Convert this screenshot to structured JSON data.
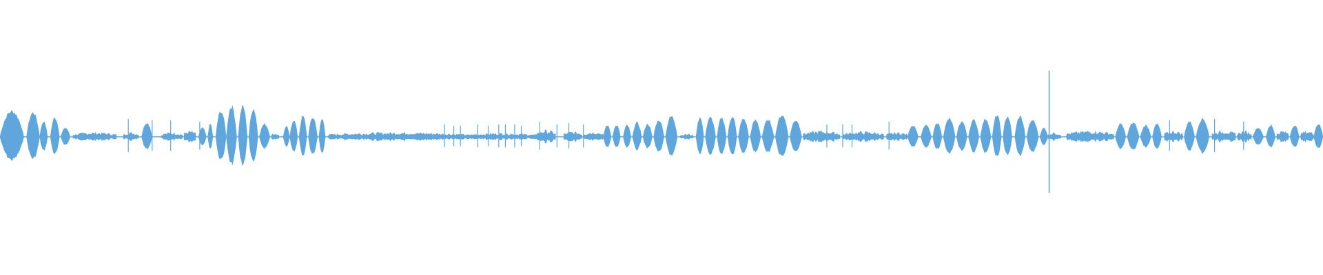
{
  "waveform": {
    "color": "#5ea6dc",
    "background": "#ffffff",
    "segments": [
      {
        "start": 0.0,
        "end": 0.018,
        "amp": 0.2,
        "shape": "blob"
      },
      {
        "start": 0.02,
        "end": 0.03,
        "amp": 0.19,
        "shape": "blob"
      },
      {
        "start": 0.03,
        "end": 0.036,
        "amp": 0.12,
        "shape": "blob"
      },
      {
        "start": 0.038,
        "end": 0.045,
        "amp": 0.15,
        "shape": "blob"
      },
      {
        "start": 0.046,
        "end": 0.053,
        "amp": 0.07,
        "shape": "blob"
      },
      {
        "start": 0.055,
        "end": 0.088,
        "amp": 0.06,
        "shape": "noise"
      },
      {
        "start": 0.093,
        "end": 0.105,
        "amp": 0.06,
        "shape": "noise"
      },
      {
        "start": 0.107,
        "end": 0.115,
        "amp": 0.11,
        "shape": "blob"
      },
      {
        "start": 0.122,
        "end": 0.138,
        "amp": 0.06,
        "shape": "noise"
      },
      {
        "start": 0.139,
        "end": 0.148,
        "amp": 0.08,
        "shape": "noise"
      },
      {
        "start": 0.15,
        "end": 0.156,
        "amp": 0.07,
        "shape": "blob"
      },
      {
        "start": 0.157,
        "end": 0.161,
        "amp": 0.1,
        "shape": "blob"
      },
      {
        "start": 0.163,
        "end": 0.171,
        "amp": 0.2,
        "shape": "blob"
      },
      {
        "start": 0.171,
        "end": 0.179,
        "amp": 0.24,
        "shape": "blob"
      },
      {
        "start": 0.18,
        "end": 0.187,
        "amp": 0.24,
        "shape": "blob"
      },
      {
        "start": 0.188,
        "end": 0.195,
        "amp": 0.22,
        "shape": "blob"
      },
      {
        "start": 0.196,
        "end": 0.204,
        "amp": 0.1,
        "shape": "blob"
      },
      {
        "start": 0.205,
        "end": 0.211,
        "amp": 0.05,
        "shape": "noise"
      },
      {
        "start": 0.214,
        "end": 0.219,
        "amp": 0.08,
        "shape": "blob"
      },
      {
        "start": 0.219,
        "end": 0.225,
        "amp": 0.13,
        "shape": "blob"
      },
      {
        "start": 0.226,
        "end": 0.232,
        "amp": 0.16,
        "shape": "blob"
      },
      {
        "start": 0.233,
        "end": 0.24,
        "amp": 0.15,
        "shape": "blob"
      },
      {
        "start": 0.241,
        "end": 0.246,
        "amp": 0.14,
        "shape": "blob"
      },
      {
        "start": 0.248,
        "end": 0.352,
        "amp": 0.06,
        "shape": "noise"
      },
      {
        "start": 0.352,
        "end": 0.405,
        "amp": 0.05,
        "shape": "noise"
      },
      {
        "start": 0.405,
        "end": 0.42,
        "amp": 0.09,
        "shape": "noise"
      },
      {
        "start": 0.426,
        "end": 0.44,
        "amp": 0.07,
        "shape": "noise"
      },
      {
        "start": 0.441,
        "end": 0.456,
        "amp": 0.07,
        "shape": "noise"
      },
      {
        "start": 0.456,
        "end": 0.462,
        "amp": 0.09,
        "shape": "blob"
      },
      {
        "start": 0.463,
        "end": 0.469,
        "amp": 0.09,
        "shape": "blob"
      },
      {
        "start": 0.471,
        "end": 0.477,
        "amp": 0.09,
        "shape": "blob"
      },
      {
        "start": 0.478,
        "end": 0.485,
        "amp": 0.11,
        "shape": "blob"
      },
      {
        "start": 0.486,
        "end": 0.493,
        "amp": 0.1,
        "shape": "blob"
      },
      {
        "start": 0.494,
        "end": 0.502,
        "amp": 0.13,
        "shape": "blob"
      },
      {
        "start": 0.503,
        "end": 0.512,
        "amp": 0.16,
        "shape": "blob"
      },
      {
        "start": 0.514,
        "end": 0.524,
        "amp": 0.04,
        "shape": "noise"
      },
      {
        "start": 0.526,
        "end": 0.532,
        "amp": 0.15,
        "shape": "blob"
      },
      {
        "start": 0.533,
        "end": 0.541,
        "amp": 0.15,
        "shape": "blob"
      },
      {
        "start": 0.542,
        "end": 0.549,
        "amp": 0.15,
        "shape": "blob"
      },
      {
        "start": 0.55,
        "end": 0.557,
        "amp": 0.16,
        "shape": "blob"
      },
      {
        "start": 0.558,
        "end": 0.566,
        "amp": 0.14,
        "shape": "blob"
      },
      {
        "start": 0.567,
        "end": 0.575,
        "amp": 0.13,
        "shape": "blob"
      },
      {
        "start": 0.576,
        "end": 0.585,
        "amp": 0.13,
        "shape": "blob"
      },
      {
        "start": 0.586,
        "end": 0.596,
        "amp": 0.17,
        "shape": "blob"
      },
      {
        "start": 0.597,
        "end": 0.606,
        "amp": 0.13,
        "shape": "blob"
      },
      {
        "start": 0.607,
        "end": 0.635,
        "amp": 0.08,
        "shape": "noise"
      },
      {
        "start": 0.637,
        "end": 0.668,
        "amp": 0.07,
        "shape": "noise"
      },
      {
        "start": 0.67,
        "end": 0.686,
        "amp": 0.06,
        "shape": "noise"
      },
      {
        "start": 0.686,
        "end": 0.694,
        "amp": 0.09,
        "shape": "blob"
      },
      {
        "start": 0.696,
        "end": 0.704,
        "amp": 0.09,
        "shape": "blob"
      },
      {
        "start": 0.705,
        "end": 0.712,
        "amp": 0.11,
        "shape": "blob"
      },
      {
        "start": 0.713,
        "end": 0.722,
        "amp": 0.14,
        "shape": "blob"
      },
      {
        "start": 0.723,
        "end": 0.731,
        "amp": 0.12,
        "shape": "blob"
      },
      {
        "start": 0.732,
        "end": 0.74,
        "amp": 0.13,
        "shape": "blob"
      },
      {
        "start": 0.741,
        "end": 0.749,
        "amp": 0.14,
        "shape": "blob"
      },
      {
        "start": 0.75,
        "end": 0.757,
        "amp": 0.17,
        "shape": "blob"
      },
      {
        "start": 0.758,
        "end": 0.765,
        "amp": 0.16,
        "shape": "blob"
      },
      {
        "start": 0.767,
        "end": 0.775,
        "amp": 0.16,
        "shape": "blob"
      },
      {
        "start": 0.776,
        "end": 0.785,
        "amp": 0.13,
        "shape": "blob"
      },
      {
        "start": 0.786,
        "end": 0.792,
        "amp": 0.07,
        "shape": "blob"
      },
      {
        "start": 0.792,
        "end": 0.802,
        "amp": 0.06,
        "shape": "noise"
      },
      {
        "start": 0.806,
        "end": 0.842,
        "amp": 0.08,
        "shape": "noise"
      },
      {
        "start": 0.843,
        "end": 0.851,
        "amp": 0.1,
        "shape": "blob"
      },
      {
        "start": 0.852,
        "end": 0.861,
        "amp": 0.11,
        "shape": "blob"
      },
      {
        "start": 0.862,
        "end": 0.87,
        "amp": 0.09,
        "shape": "blob"
      },
      {
        "start": 0.871,
        "end": 0.878,
        "amp": 0.1,
        "shape": "blob"
      },
      {
        "start": 0.88,
        "end": 0.894,
        "amp": 0.08,
        "shape": "noise"
      },
      {
        "start": 0.895,
        "end": 0.903,
        "amp": 0.12,
        "shape": "blob"
      },
      {
        "start": 0.904,
        "end": 0.914,
        "amp": 0.14,
        "shape": "blob"
      },
      {
        "start": 0.916,
        "end": 0.934,
        "amp": 0.08,
        "shape": "noise"
      },
      {
        "start": 0.935,
        "end": 0.946,
        "amp": 0.08,
        "shape": "noise"
      },
      {
        "start": 0.947,
        "end": 0.955,
        "amp": 0.07,
        "shape": "blob"
      },
      {
        "start": 0.957,
        "end": 0.964,
        "amp": 0.09,
        "shape": "blob"
      },
      {
        "start": 0.965,
        "end": 0.974,
        "amp": 0.08,
        "shape": "noise"
      },
      {
        "start": 0.975,
        "end": 0.982,
        "amp": 0.09,
        "shape": "blob"
      },
      {
        "start": 0.983,
        "end": 0.993,
        "amp": 0.08,
        "shape": "noise"
      },
      {
        "start": 0.993,
        "end": 1.0,
        "amp": 0.1,
        "shape": "blob"
      }
    ],
    "spikes": [
      {
        "pos": 0.097,
        "amp": 0.13
      },
      {
        "pos": 0.115,
        "amp": 0.12
      },
      {
        "pos": 0.129,
        "amp": 0.12
      },
      {
        "pos": 0.151,
        "amp": 0.11
      },
      {
        "pos": 0.336,
        "amp": 0.09
      },
      {
        "pos": 0.343,
        "amp": 0.08
      },
      {
        "pos": 0.348,
        "amp": 0.08
      },
      {
        "pos": 0.361,
        "amp": 0.09
      },
      {
        "pos": 0.369,
        "amp": 0.08
      },
      {
        "pos": 0.377,
        "amp": 0.09
      },
      {
        "pos": 0.382,
        "amp": 0.09
      },
      {
        "pos": 0.389,
        "amp": 0.09
      },
      {
        "pos": 0.394,
        "amp": 0.08
      },
      {
        "pos": 0.408,
        "amp": 0.11
      },
      {
        "pos": 0.421,
        "amp": 0.09
      },
      {
        "pos": 0.43,
        "amp": 0.1
      },
      {
        "pos": 0.441,
        "amp": 0.09
      },
      {
        "pos": 0.528,
        "amp": 0.08
      },
      {
        "pos": 0.625,
        "amp": 0.09
      },
      {
        "pos": 0.637,
        "amp": 0.09
      },
      {
        "pos": 0.644,
        "amp": 0.09
      },
      {
        "pos": 0.672,
        "amp": 0.11
      },
      {
        "pos": 0.793,
        "amp": 0.48
      },
      {
        "pos": 0.884,
        "amp": 0.12
      },
      {
        "pos": 0.918,
        "amp": 0.13
      },
      {
        "pos": 0.94,
        "amp": 0.11
      },
      {
        "pos": 0.961,
        "amp": 0.09
      }
    ]
  }
}
